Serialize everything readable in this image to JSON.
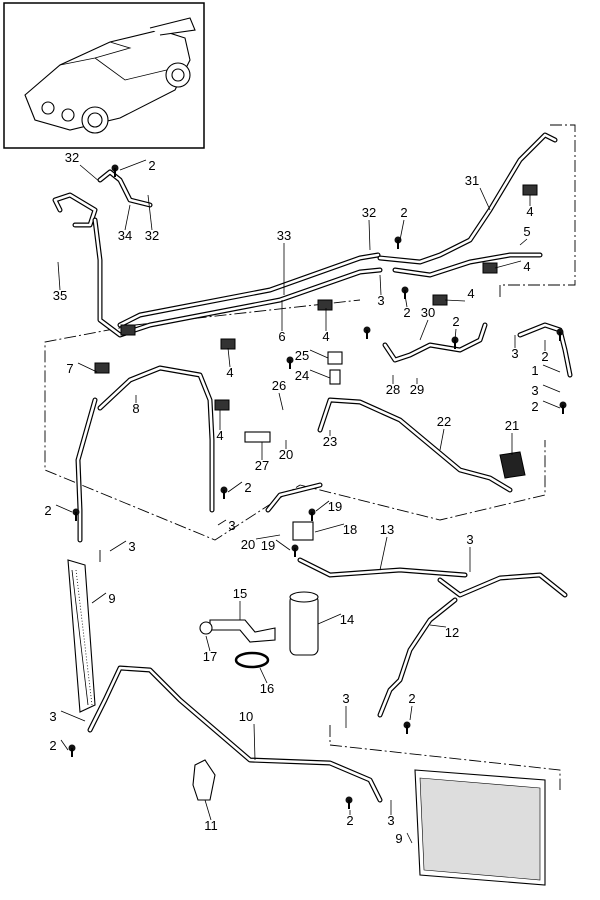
{
  "diagram": {
    "thumbnail": "car-thumbnail",
    "callouts": [
      "32",
      "2",
      "34",
      "32",
      "35",
      "33",
      "32",
      "2",
      "31",
      "4",
      "5",
      "4",
      "3",
      "2",
      "4",
      "6",
      "4",
      "30",
      "2",
      "3",
      "2",
      "1",
      "3",
      "2",
      "4",
      "7",
      "8",
      "4",
      "25",
      "24",
      "26",
      "28",
      "29",
      "23",
      "22",
      "21",
      "27",
      "20",
      "2",
      "2",
      "3",
      "3",
      "19",
      "18",
      "20",
      "19",
      "13",
      "3",
      "9",
      "15",
      "14",
      "12",
      "17",
      "16",
      "3",
      "2",
      "10",
      "3",
      "2",
      "11",
      "2",
      "3",
      "9"
    ]
  }
}
